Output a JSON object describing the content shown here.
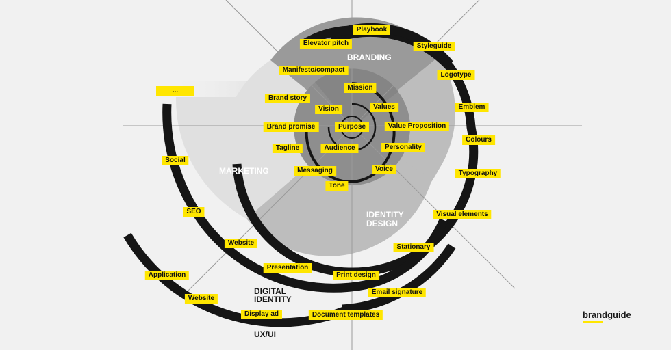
{
  "sections": {
    "branding": "BRANDING",
    "marketing": "MARKETING",
    "identity_1": "IDENTITY",
    "identity_2": "DESIGN",
    "digital_1": "DIGITAL",
    "digital_2": "IDENTITY",
    "uxui": "UX/UI"
  },
  "labels": {
    "playbook": "Playbook",
    "elevator_pitch": "Elevator pitch",
    "styleguide": "Styleguide",
    "manifesto": "Manifesto/compact",
    "logotype": "Logotype",
    "ellipsis": "...",
    "mission": "Mission",
    "brand_story": "Brand story",
    "vision": "Vision",
    "values": "Values",
    "emblem": "Emblem",
    "brand_promise": "Brand promise",
    "purpose": "Purpose",
    "value_proposition": "Value Proposition",
    "colours": "Colours",
    "tagline": "Tagline",
    "audience": "Audience",
    "personality": "Personality",
    "social": "Social",
    "messaging": "Messaging",
    "voice": "Voice",
    "typography": "Typography",
    "tone": "Tone",
    "seo": "SEO",
    "visual_elements": "Visual elements",
    "website_inner": "Website",
    "stationary": "Stationary",
    "presentation": "Presentation",
    "application": "Application",
    "print_design": "Print design",
    "email_signature": "Email signature",
    "website_outer": "Website",
    "display_ad": "Display ad",
    "document_templates": "Document templates"
  },
  "logo": "brandguide",
  "colors": {
    "background": "#f1f1f1",
    "label": "#ffe600",
    "spiral": "#151515",
    "branding_sector": "#9a9a9a",
    "identity_sector": "#bdbdbd",
    "marketing_sector": "#e0e0e0",
    "inner_disc": "#8e8e8e"
  }
}
